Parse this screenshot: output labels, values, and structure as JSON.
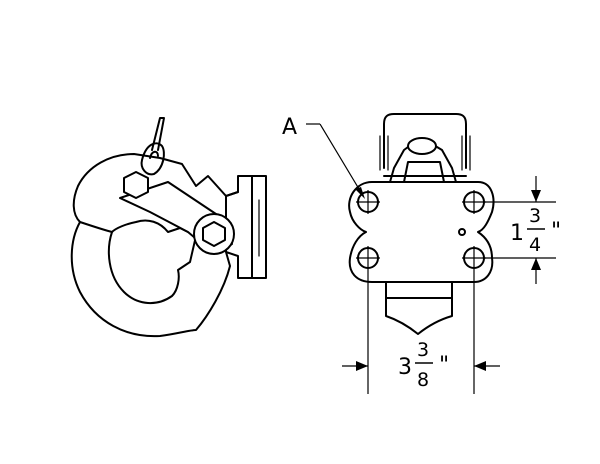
{
  "callout": {
    "label": "A"
  },
  "dim_height": {
    "whole": "1",
    "numerator": "3",
    "denominator": "4",
    "unit": "\""
  },
  "dim_width": {
    "whole": "3",
    "numerator": "3",
    "denominator": "8",
    "unit": "\""
  }
}
